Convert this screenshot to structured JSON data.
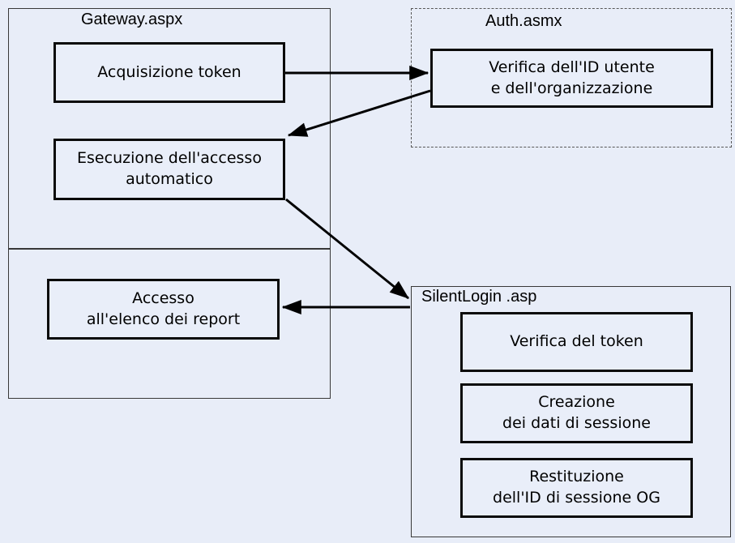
{
  "colors": {
    "background": "#e8edf8",
    "node_border": "#0a0a0a",
    "container_border": "#383838",
    "dashed_border": "#585858",
    "arrow": "#000000",
    "text": "#000000"
  },
  "containers": {
    "gateway": {
      "label": "Gateway.aspx",
      "border_style": "solid"
    },
    "gateway_lower": {
      "label": "",
      "border_style": "solid"
    },
    "auth": {
      "label": "Auth.asmx",
      "border_style": "dashed"
    },
    "silentlogin": {
      "label": "SilentLogin .asp",
      "border_style": "solid"
    }
  },
  "nodes": {
    "acquisizione": {
      "label": "Acquisizione token",
      "container": "gateway"
    },
    "esecuzione": {
      "label": "Esecuzione dell'accesso\nautomatico",
      "container": "gateway"
    },
    "accesso": {
      "label": "Accesso\nall'elenco dei report",
      "container": "gateway_lower"
    },
    "verifica_id": {
      "label": "Verifica dell'ID utente\ne dell'organizzazione",
      "container": "auth"
    },
    "verifica_token": {
      "label": "Verifica del token",
      "container": "silentlogin"
    },
    "creazione": {
      "label": "Creazione\ndei dati di sessione",
      "container": "silentlogin"
    },
    "restituzione": {
      "label": "Restituzione\ndell'ID di sessione OG",
      "container": "silentlogin"
    }
  },
  "edges": [
    {
      "from": "acquisizione",
      "to": "verifica_id",
      "direction": "right"
    },
    {
      "from": "verifica_id",
      "to": "esecuzione",
      "direction": "down-left"
    },
    {
      "from": "esecuzione",
      "to": "silentlogin",
      "direction": "down-right"
    },
    {
      "from": "silentlogin",
      "to": "accesso",
      "direction": "left"
    }
  ]
}
